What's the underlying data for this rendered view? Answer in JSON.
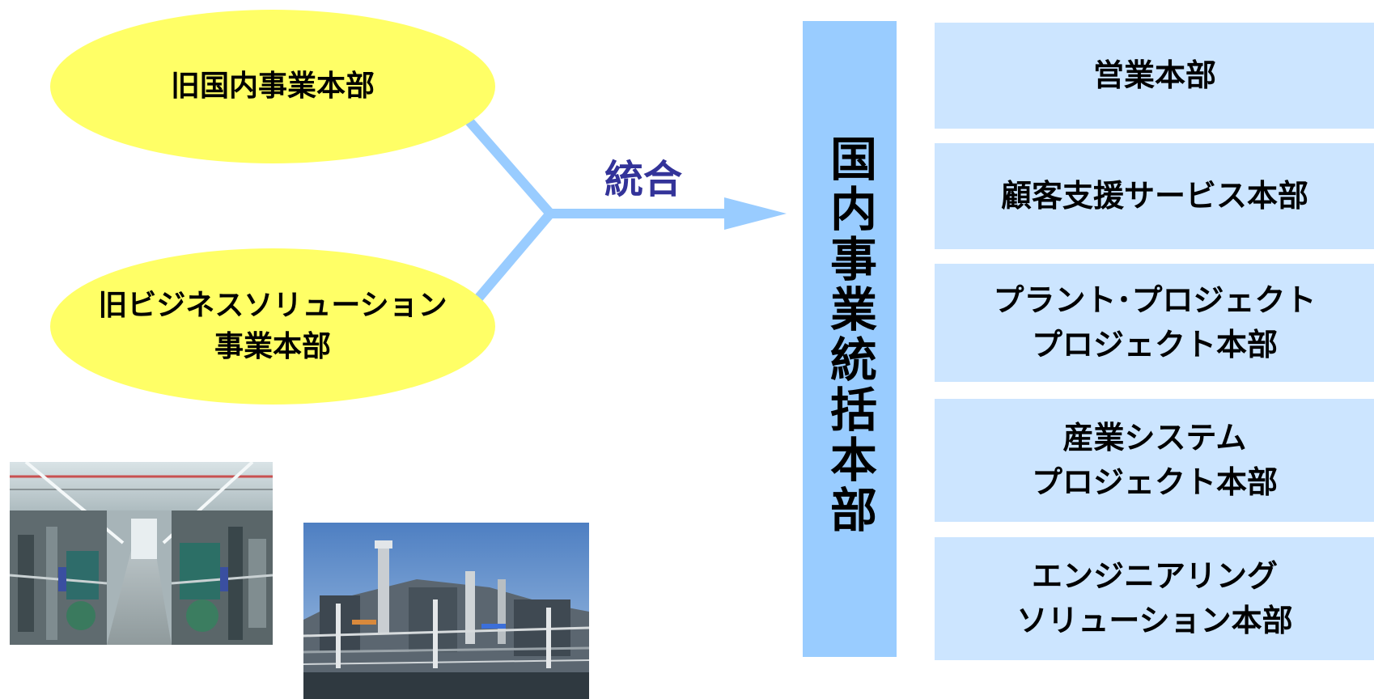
{
  "colors": {
    "ellipse_fill": "#ffff66",
    "connector": "#99ccff",
    "merge_label": "#333399",
    "central_bar": "#99ccff",
    "dept_box": "#cce5ff"
  },
  "source_units": [
    {
      "label": "旧国内事業本部"
    },
    {
      "label": "旧ビジネスソリューション\n事業本部"
    }
  ],
  "merge_label": "統合",
  "central_unit": "国内事業統括本部",
  "departments": [
    {
      "label": "営業本部"
    },
    {
      "label": "顧客支援サービス本部"
    },
    {
      "label": "プラント･プロジェクト\nプロジェクト本部"
    },
    {
      "label": "産業システム\nプロジェクト本部"
    },
    {
      "label": "エンジニアリング\nソリューション本部"
    }
  ],
  "photos": [
    {
      "subject": "indoor-plant-facility"
    },
    {
      "subject": "outdoor-refinery"
    }
  ]
}
